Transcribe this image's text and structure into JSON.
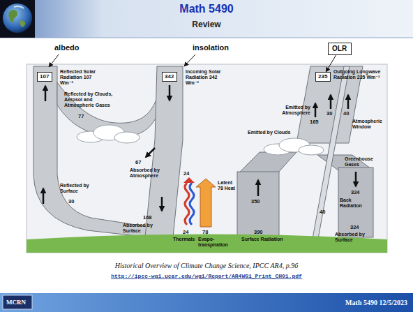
{
  "diagram": {
    "title": "Math 5490",
    "caption": "Historical Overview of Climate Change Science, IPCC AR4, p.96",
    "nodes": [
      {
        "text": [
          "OLR"
        ]
      },
      {
        "text": [
          "107"
        ]
      },
      {
        "text": [
          "342"
        ]
      },
      {
        "text": [
          "235"
        ]
      }
    ],
    "edges": [
      {
        "from": 0,
        "to": 3,
        "arrow": "to"
      }
    ],
    "labels": [
      "Review",
      "albedo",
      "insolation",
      "Reflected Solar Radiation 107 Wm⁻²",
      "Incoming Solar Radiation 342 Wm⁻²",
      "Outgoing Longwave Radiation 235 Wm⁻²",
      "Reflected by Clouds, Aerosol and Atmospheric Gases",
      "77",
      "67",
      "Absorbed by Atmosphere",
      "Emitted by Atmosphere",
      "165",
      "Emitted by Clouds",
      "30",
      "40",
      "Atmospheric Window",
      "Greenhouse Gases",
      "24",
      "Latent 78 Heat",
      "Reflected by Surface",
      "30",
      "350",
      "40",
      "324",
      "Back Radiation",
      "168",
      "Absorbed by Surface",
      "24",
      "Thermals",
      "78",
      "Evapo- transpiration",
      "390",
      "Surface Radiation",
      "324",
      "Absorbed by Surface",
      "http://ipcc-wg1.ucar.edu/wg1/Report/AR4WG1_Print_CH01.pdf",
      "MCRN",
      "Math 5490 12/5/2023"
    ]
  }
}
